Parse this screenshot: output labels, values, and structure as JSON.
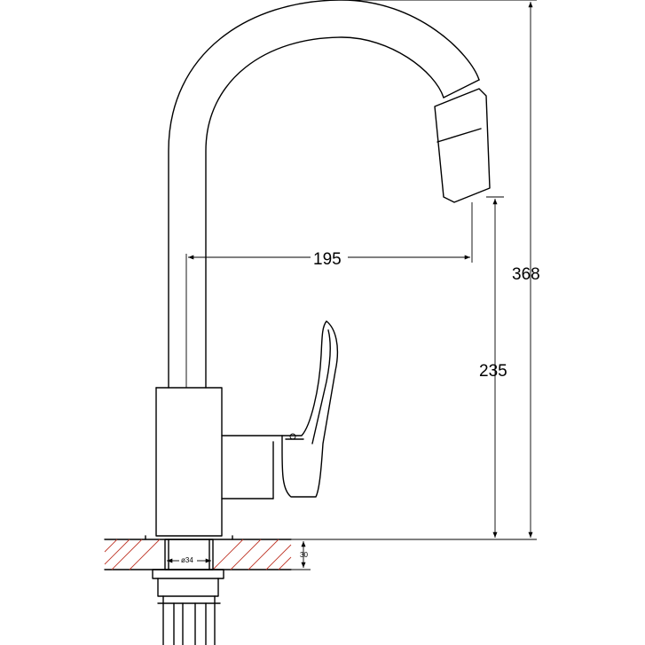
{
  "diagram": {
    "dimensions": {
      "overall_height": "368",
      "outlet_height": "235",
      "reach": "195",
      "deck_thickness": "30",
      "shank_diameter": "ø34"
    },
    "colors": {
      "line": "#000000",
      "hatch": "#c0392b",
      "background": "#ffffff"
    }
  }
}
